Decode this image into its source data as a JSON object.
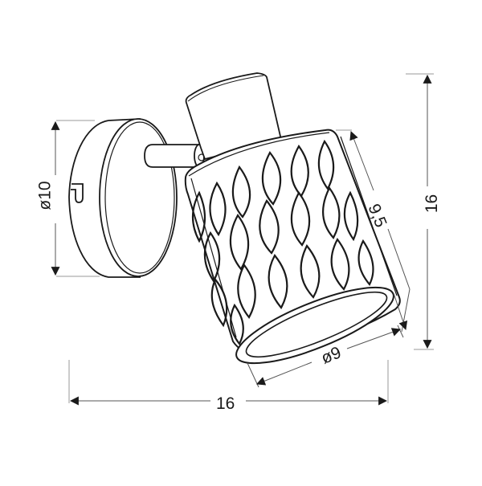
{
  "diagram": {
    "subject": "Wall spotlight lamp with perforated leaf-pattern cylindrical shade",
    "units": "cm",
    "colors": {
      "line": "#1a1a1a",
      "dimension_line": "#555555",
      "extension_line": "#9a9a9a",
      "background": "#ffffff"
    },
    "components": [
      {
        "name": "wall-plate",
        "label": "Round wall mounting plate with keyhole slot"
      },
      {
        "name": "arm",
        "label": "Short cylindrical connecting arm"
      },
      {
        "name": "socket-housing",
        "label": "Cylindrical socket housing"
      },
      {
        "name": "shade",
        "label": "Cylindrical shade with leaf/oval cut-out pattern"
      }
    ],
    "dimensions": {
      "plate_diameter": {
        "label": "ø10",
        "value": 10,
        "orientation": "vertical"
      },
      "shade_length": {
        "label": "9,5",
        "value": 9.5,
        "orientation": "diagonal"
      },
      "total_height": {
        "label": "16",
        "value": 16,
        "orientation": "vertical"
      },
      "shade_diameter": {
        "label": "ø9",
        "value": 9,
        "orientation": "diagonal"
      },
      "total_width": {
        "label": "16",
        "value": 16,
        "orientation": "horizontal"
      }
    }
  }
}
